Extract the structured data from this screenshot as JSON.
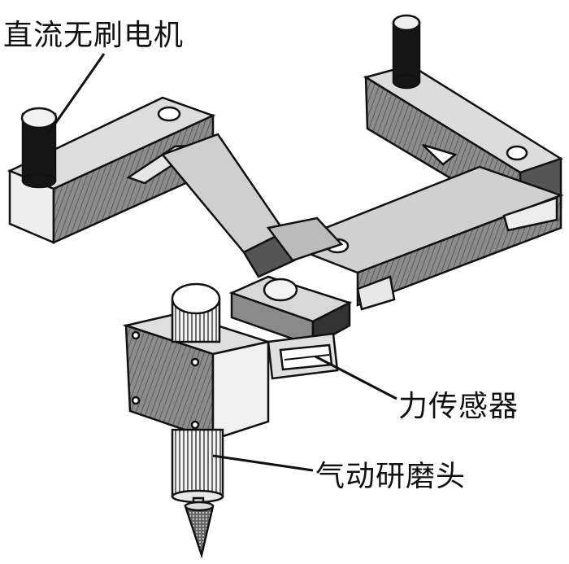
{
  "labels": {
    "motor": "直流无刷电机",
    "force_sensor": "力传感器",
    "grinding_head": "气动研磨头"
  },
  "colors": {
    "ink": "#111111",
    "face_light": "#e6e6e6",
    "face_mid": "#a8a8a8",
    "face_dark": "#4a4a4a",
    "motor_black": "#151515"
  }
}
